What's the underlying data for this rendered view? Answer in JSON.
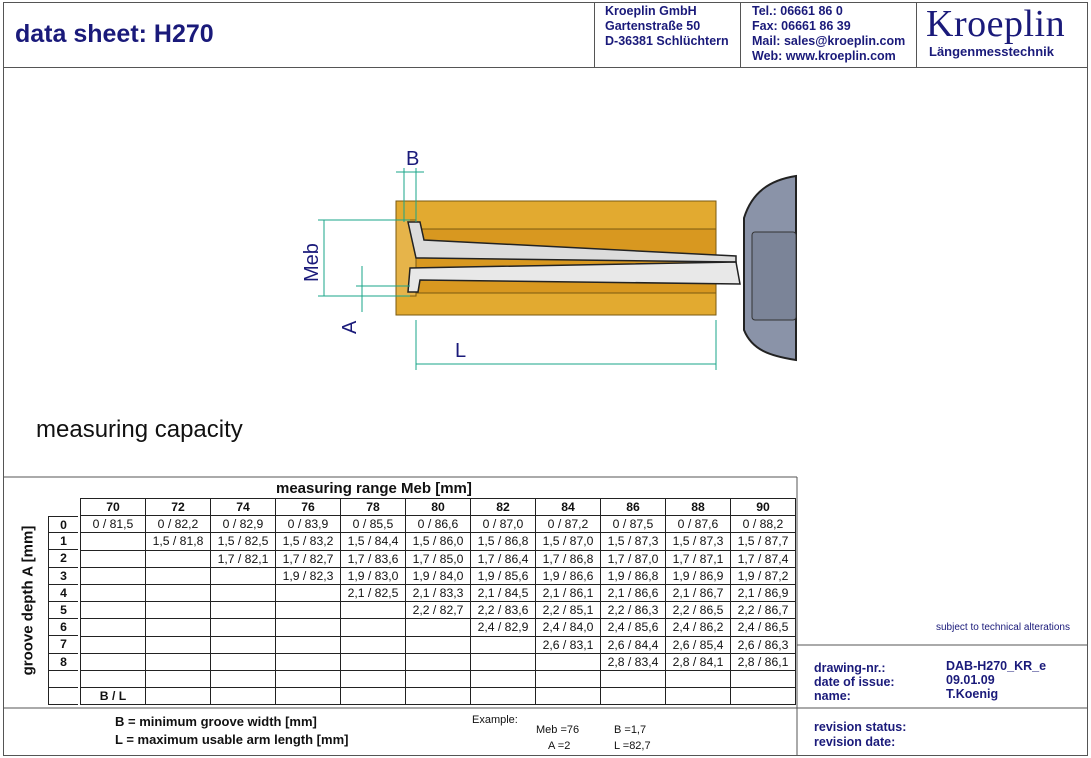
{
  "header": {
    "title": "data sheet:  H270",
    "company": [
      "Kroeplin GmbH",
      "Gartenstraße 50",
      "D-36381 Schlüchtern"
    ],
    "contact": [
      "Tel.:  06661 86 0",
      "Fax:  06661 86 39",
      "Mail: sales@kroeplin.com",
      "Web: www.kroeplin.com"
    ],
    "logo": "Kroeplin",
    "logo_sub": "Längenmesstechnik"
  },
  "drawing": {
    "label_b": "B",
    "label_meb": "Meb",
    "label_a": "A",
    "label_l": "L",
    "colors": {
      "body": "#e0a82a",
      "arm": "#d8d8d8",
      "gauge": "#8a93a8",
      "dim": "#1aa589",
      "label": "#1a1a7a"
    }
  },
  "capacity_title": "measuring capacity",
  "table": {
    "range_title": "measuring range   Meb   [mm]",
    "axis_label": "groove depth  A  [mm]",
    "columns": [
      "70",
      "72",
      "74",
      "76",
      "78",
      "80",
      "82",
      "84",
      "86",
      "88",
      "90"
    ],
    "rows": [
      {
        "a": "0",
        "cells": [
          "0 / 81,5",
          "0  / 82,2",
          "0  / 82,9",
          "0  / 83,9",
          "0  / 85,5",
          "0  / 86,6",
          "0  / 87,0",
          "0  / 87,2",
          "0  / 87,5",
          "0  / 87,6",
          "0  / 88,2"
        ]
      },
      {
        "a": "1",
        "cells": [
          "",
          "1,5 / 81,8",
          "1,5 / 82,5",
          "1,5 / 83,2",
          "1,5 / 84,4",
          "1,5 / 86,0",
          "1,5 / 86,8",
          "1,5 / 87,0",
          "1,5 / 87,3",
          "1,5 / 87,3",
          "1,5 / 87,7"
        ]
      },
      {
        "a": "2",
        "cells": [
          "",
          "",
          "1,7 / 82,1",
          "1,7 / 82,7",
          "1,7 / 83,6",
          "1,7 / 85,0",
          "1,7 / 86,4",
          "1,7 / 86,8",
          "1,7 / 87,0",
          "1,7 / 87,1",
          "1,7 / 87,4"
        ]
      },
      {
        "a": "3",
        "cells": [
          "",
          "",
          "",
          "1,9 / 82,3",
          "1,9 / 83,0",
          "1,9 / 84,0",
          "1,9 / 85,6",
          "1,9 / 86,6",
          "1,9 / 86,8",
          "1,9 / 86,9",
          "1,9 / 87,2"
        ]
      },
      {
        "a": "4",
        "cells": [
          "",
          "",
          "",
          "",
          "2,1 / 82,5",
          "2,1 / 83,3",
          "2,1 / 84,5",
          "2,1 / 86,1",
          "2,1 / 86,6",
          "2,1 / 86,7",
          "2,1 / 86,9"
        ]
      },
      {
        "a": "5",
        "cells": [
          "",
          "",
          "",
          "",
          "",
          "2,2 / 82,7",
          "2,2 / 83,6",
          "2,2 / 85,1",
          "2,2 / 86,3",
          "2,2 / 86,5",
          "2,2 / 86,7"
        ]
      },
      {
        "a": "6",
        "cells": [
          "",
          "",
          "",
          "",
          "",
          "",
          "2,4 / 82,9",
          "2,4 / 84,0",
          "2,4 / 85,6",
          "2,4 / 86,2",
          "2,4 / 86,5"
        ]
      },
      {
        "a": "7",
        "cells": [
          "",
          "",
          "",
          "",
          "",
          "",
          "",
          "2,6 / 83,1",
          "2,6 / 84,4",
          "2,6 / 85,4",
          "2,6 / 86,3"
        ]
      },
      {
        "a": "8",
        "cells": [
          "",
          "",
          "",
          "",
          "",
          "",
          "",
          "",
          "2,8 / 83,4",
          "2,8 / 84,1",
          "2,8 / 86,1"
        ]
      },
      {
        "a": "",
        "cells": [
          "",
          "",
          "",
          "",
          "",
          "",
          "",
          "",
          "",
          "",
          ""
        ]
      },
      {
        "a": "",
        "cells": [
          "B / L",
          "",
          "",
          "",
          "",
          "",
          "",
          "",
          "",
          "",
          ""
        ]
      }
    ]
  },
  "legend": {
    "b": "B = minimum groove width [mm]",
    "l": "L = maximum usable arm length [mm]"
  },
  "example": {
    "label": "Example:",
    "meb": "Meb =76",
    "b": "B =1,7",
    "a": "A =2",
    "l": "L =82,7"
  },
  "meta": {
    "subject": "subject to technical alterations",
    "drawing_nr_label": "drawing-nr.:",
    "drawing_nr": "DAB-H270_KR_e",
    "issue_label": "date of issue:",
    "issue": "09.01.09",
    "name_label": "name:",
    "name": "T.Koenig",
    "revision_status_label": "revision status:",
    "revision_date_label": "revision date:"
  }
}
